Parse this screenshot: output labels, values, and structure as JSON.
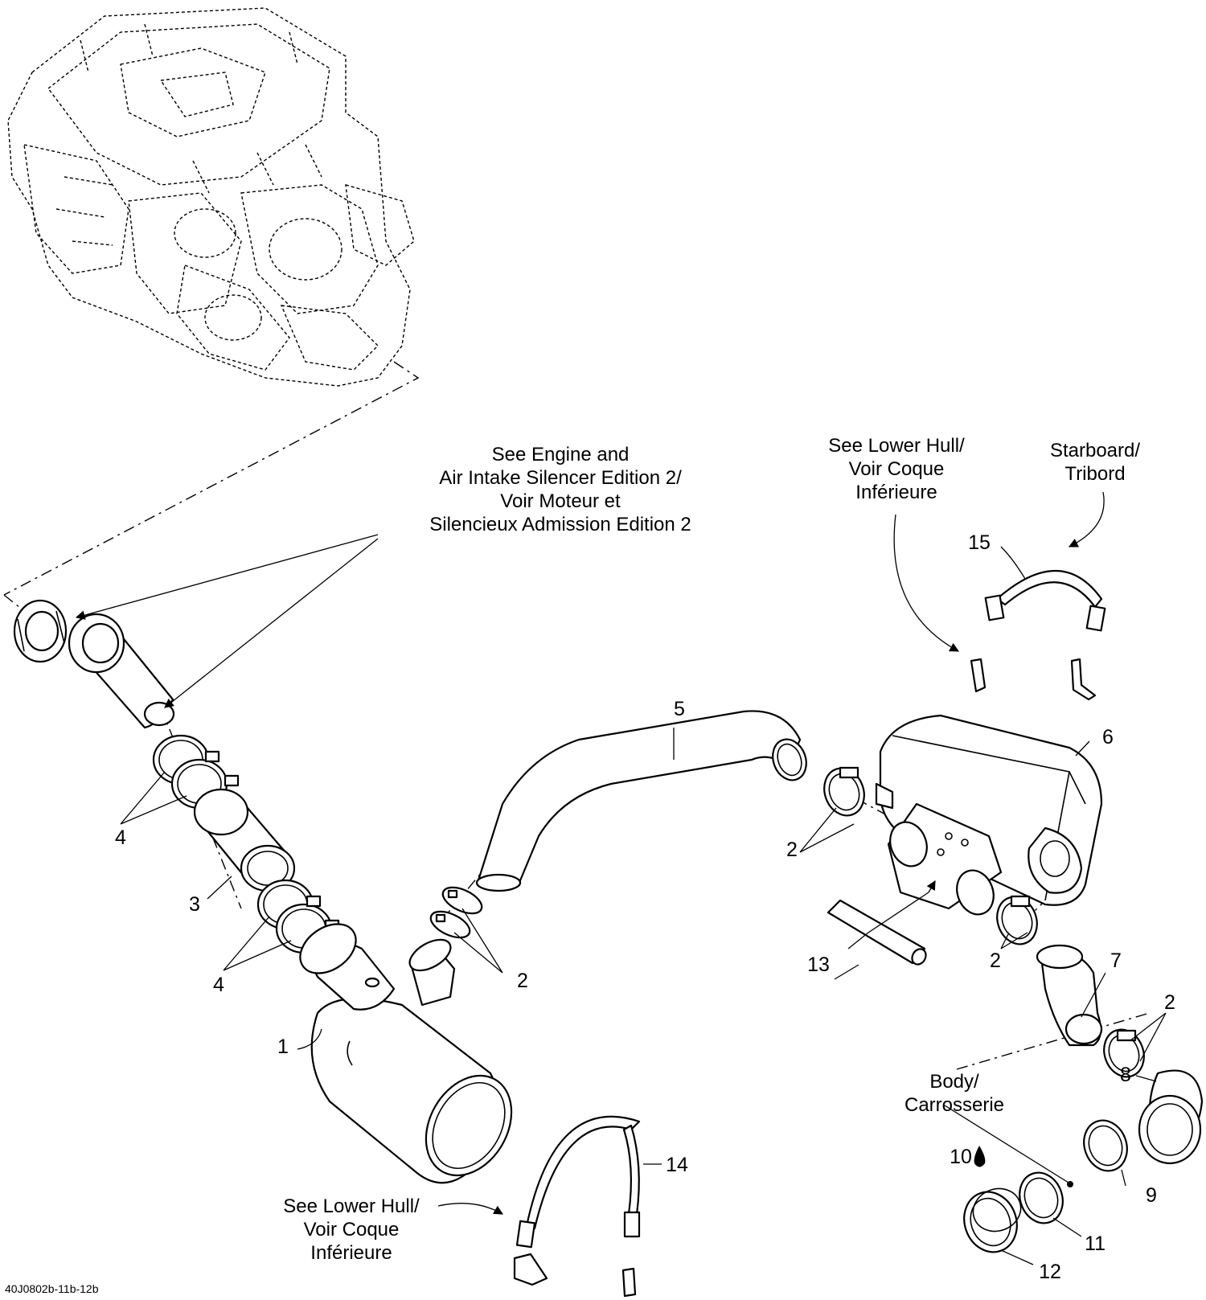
{
  "callouts": {
    "c1": "1",
    "c2a": "2",
    "c2b": "2",
    "c2c": "2",
    "c2d": "2",
    "c3": "3",
    "c4a": "4",
    "c4b": "4",
    "c5": "5",
    "c6": "6",
    "c7": "7",
    "c8": "8",
    "c9": "9",
    "c10": "10",
    "c11": "11",
    "c12": "12",
    "c13": "13",
    "c14": "14",
    "c15": "15"
  },
  "notes": {
    "engine_ref": [
      "See Engine and",
      "Air Intake Silencer Edition 2/",
      "Voir Moteur et",
      "Silencieux Admission Edition 2"
    ],
    "lower_hull_top": [
      "See Lower Hull/",
      "Voir Coque",
      "Inférieure"
    ],
    "starboard": [
      "Starboard/",
      "Tribord"
    ],
    "body": [
      "Body/",
      "Carrosserie"
    ],
    "lower_hull_bottom": [
      "See Lower Hull/",
      "Voir Coque",
      "Inférieure"
    ]
  },
  "diagram_code": "40J0802b-11b-12b"
}
